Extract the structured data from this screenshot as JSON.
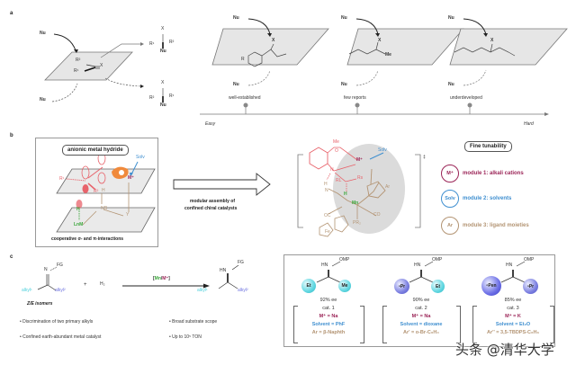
{
  "panel_a": {
    "label": "a",
    "nu": "Nu",
    "substrate": {
      "r2": "R²",
      "r1": "R¹",
      "x": "X"
    },
    "product_top": {
      "x": "X",
      "r_left": "R¹",
      "r_right": "R²",
      "nu": "Nu"
    },
    "product_bottom": {
      "x": "X",
      "r_left": "R²",
      "r_right": "R¹",
      "nu": "Nu"
    },
    "cases": [
      {
        "status": "well-established",
        "substituent": "R",
        "x": "X"
      },
      {
        "status": "few reports",
        "substituent": "Me",
        "x": "X"
      },
      {
        "status": "underdeveloped",
        "x": "X"
      }
    ],
    "axis": {
      "start": "Easy",
      "end": "Hard"
    }
  },
  "panel_b": {
    "label": "b",
    "box_title": "anionic metal hydride",
    "box_caption": "cooperative σ- and π-interactions",
    "labels": {
      "solv": "Solv",
      "m": "M⁺",
      "r1": "R¹",
      "r2": "R²",
      "h": "H",
      "nr": "NR",
      "y": "Y",
      "h2": "H",
      "lnm": "LnM"
    },
    "arrow_caption_line1": "modular assembly of",
    "arrow_caption_line2": "confined chiral catalysts",
    "catalyst": {
      "me": "Me",
      "o": "O",
      "m": "M⁺",
      "solv": "Solv",
      "n": "N",
      "rs": "Rs",
      "rl": "RL",
      "h1": "H",
      "h2": "H",
      "n2": "N",
      "mn": "Mn",
      "oc": "OC",
      "co": "CO",
      "pr2": "PR₂",
      "fe": "Fe",
      "ar": "Ar",
      "dagger": "‡"
    },
    "fine_tunability": {
      "title": "Fine tunability",
      "modules": [
        {
          "symbol": "M⁺",
          "label": "module 1: alkali cations",
          "color": "#9b2457"
        },
        {
          "symbol": "Solv",
          "label": "module 2: solvents",
          "color": "#3f8fd0"
        },
        {
          "symbol": "Ar",
          "label": "module 3: ligand moieties",
          "color": "#b39473"
        }
      ]
    }
  },
  "panel_c": {
    "label": "c",
    "reactant": {
      "n": "N",
      "fg": "FG",
      "alkyl1": "alkyl¹",
      "alkyl2": "alkyl²",
      "isomers": "Z/E isomers"
    },
    "plus": "+",
    "h2": "H₂",
    "catalyst_label": {
      "open": "[",
      "mn": "Mn",
      "slash": "/",
      "m": "M⁺",
      "close": "]"
    },
    "product": {
      "hn": "HN",
      "fg": "FG",
      "alkyl1": "alkyl¹",
      "alkyl2": "alkyl²"
    },
    "bullets": [
      "Discrimination of two primary alkyls",
      "Broad substrate scope",
      "Confined earth-abundant metal catalyst",
      "Up to 10⁵ TON"
    ],
    "examples": [
      {
        "hn": "HN",
        "omp": "OMP",
        "left": "Et",
        "right": "Me",
        "left_color": "#5fd6e0",
        "right_color": "#5fd6e0",
        "ee": "92% ee",
        "cat": "cat. 1",
        "m": "M⁺ = Na",
        "solvent": "Solvent = PhF",
        "ar": "Ar = β-Naphth"
      },
      {
        "hn": "HN",
        "omp": "OMP",
        "left": "ⁿPr",
        "right": "Et",
        "left_color": "#7a7ee0",
        "right_color": "#5fd6e0",
        "ee": "90% ee",
        "cat": "cat. 2",
        "m": "M⁺ = Na",
        "solvent": "Solvent = dioxane",
        "ar": "Ar' = o-Br-C₆H₄"
      },
      {
        "hn": "HN",
        "omp": "OMP",
        "left": "ⁿPen",
        "right": "ⁿPr",
        "left_color": "#6b6ee6",
        "right_color": "#7a7ee0",
        "ee": "85% ee",
        "cat": "cat. 3",
        "m": "M⁺ = K",
        "solvent": "Solvent = Et₂O",
        "ar": "Ar'' = 3,5-TBDPS-C₆H₃"
      }
    ]
  },
  "colors": {
    "red": "#e8636b",
    "tan": "#b39473",
    "green": "#3aa63a",
    "maroon": "#9b2457",
    "blue": "#3f8fd0",
    "cyan": "#4dd0dc",
    "violet": "#6f74e0",
    "orange": "#f08a3c"
  },
  "watermark": "头条 @清华大学"
}
